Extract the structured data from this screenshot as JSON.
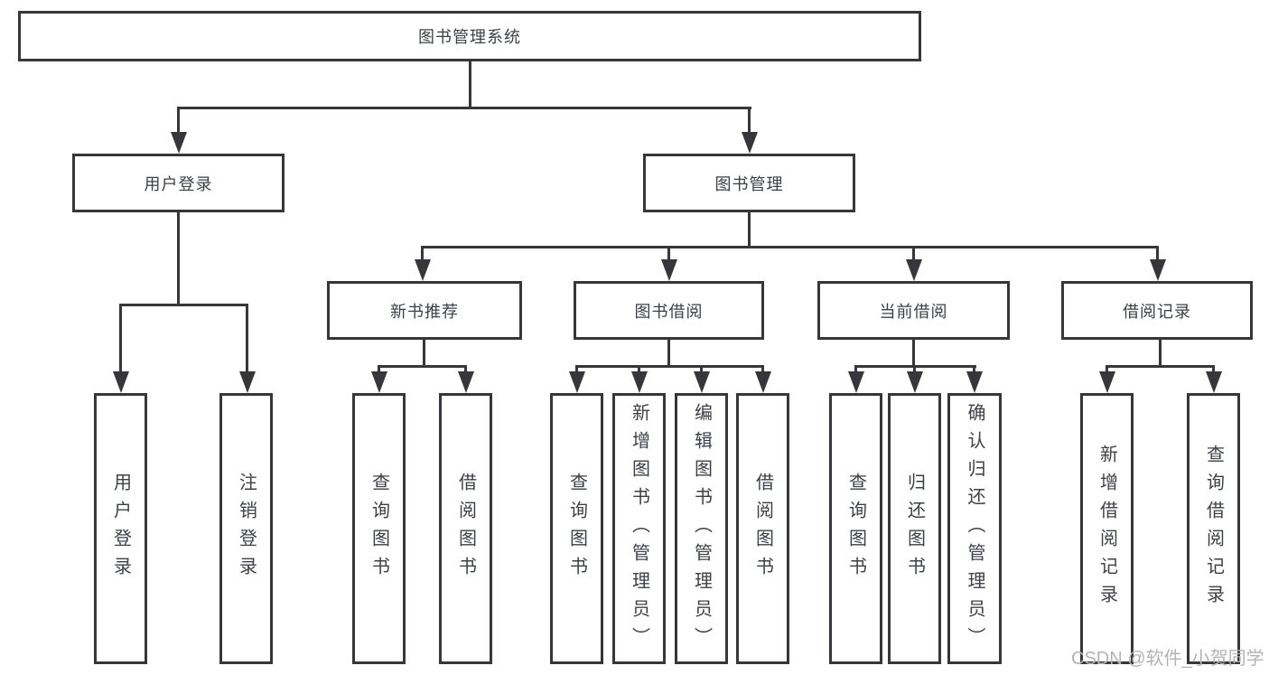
{
  "diagram": {
    "root": {
      "label": "图书管理系统"
    },
    "level2": {
      "user_login": {
        "label": "用户登录"
      },
      "book_mgmt": {
        "label": "图书管理"
      }
    },
    "level3": {
      "new_books": {
        "label": "新书推荐"
      },
      "book_borrow": {
        "label": "图书借阅"
      },
      "current_borrow": {
        "label": "当前借阅"
      },
      "borrow_records": {
        "label": "借阅记录"
      }
    },
    "leaves": {
      "user_login": [
        "用户登录",
        "注销登录"
      ],
      "new_books": [
        "查询图书",
        "借阅图书"
      ],
      "book_borrow": [
        "查询图书",
        "新增图书（管理员）",
        "编辑图书（管理员）",
        "借阅图书"
      ],
      "current_borrow": [
        "查询图书",
        "归还图书",
        "确认归还（管理员）"
      ],
      "borrow_records": [
        "新增借阅记录",
        "查询借阅记录"
      ]
    }
  },
  "watermark": "CSDN @软件_小贺同学",
  "colors": {
    "line": "#37373b",
    "text": "#3c4045",
    "background": "#ffffff",
    "watermark": "#b3b3b3"
  }
}
